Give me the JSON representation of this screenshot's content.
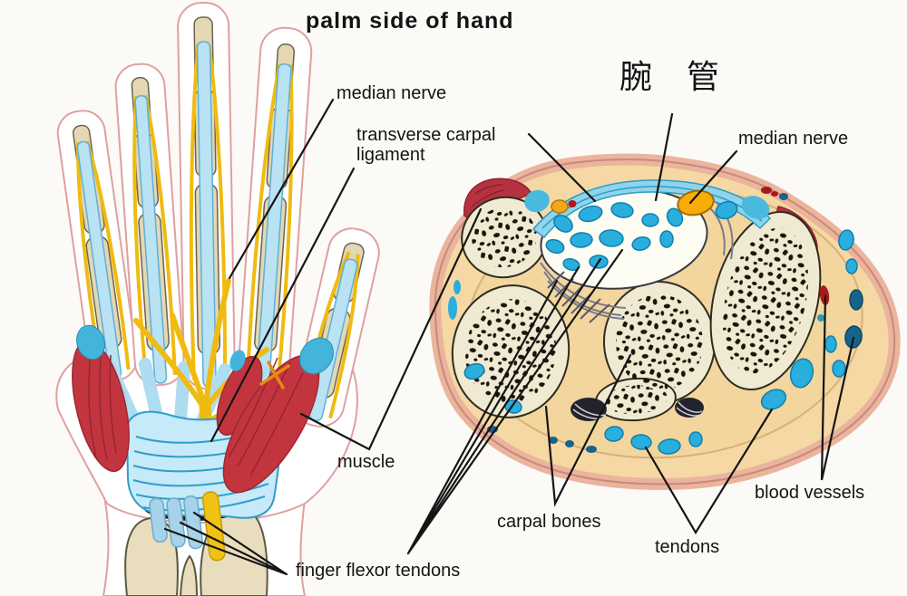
{
  "figure": {
    "title_left": "palm side of hand",
    "title_right_cn": "腕 管"
  },
  "labels": {
    "hand_median_nerve": "median nerve",
    "transverse_carpal_ligament": {
      "line1": "transverse carpal",
      "line2": "ligament"
    },
    "muscle": "muscle",
    "finger_flexor_tendons": "finger flexor tendons",
    "cs_median_nerve": "median nerve",
    "carpal_bones": "carpal bones",
    "tendons": "tendons",
    "blood_vessels": "blood vessels"
  },
  "colors": {
    "nerve_yellow": "#f0bb10",
    "median_nerve_orange": "#f7ac07",
    "tendon_blue": "#2aaede",
    "ligament_cyan": "#9fdcef",
    "bone_cream": "#f0ead2",
    "muscle_red": "#c2353f",
    "skin_pink": "#eab49d",
    "fat_tan": "#f5d8a3",
    "vessel_dark_blue": "#16648c",
    "vessel_red": "#a51a1a",
    "leader_line": "#151515",
    "label_text": "#141414"
  }
}
